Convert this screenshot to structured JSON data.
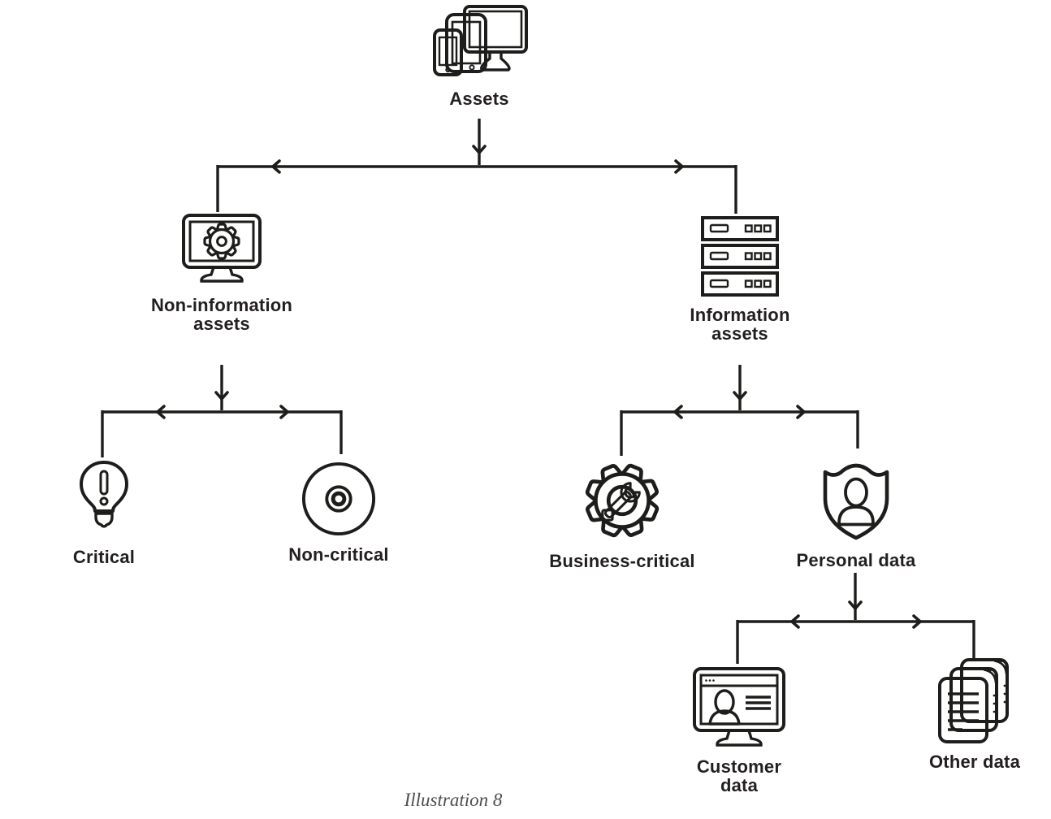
{
  "diagram": {
    "caption": "Illustration 8",
    "nodes": {
      "assets": {
        "label": "Assets",
        "icon": "devices-icon"
      },
      "non_information": {
        "label": "Non-information assets",
        "icon": "monitor-gear-icon"
      },
      "information": {
        "label": "Information assets",
        "icon": "server-stack-icon"
      },
      "critical": {
        "label": "Critical",
        "icon": "lightbulb-alert-icon"
      },
      "non_critical": {
        "label": "Non-critical",
        "icon": "disc-icon"
      },
      "business_critical": {
        "label": "Business-critical",
        "icon": "gear-wrench-icon"
      },
      "personal_data": {
        "label": "Personal data",
        "icon": "shield-person-icon"
      },
      "customer_data": {
        "label": "Customer data",
        "icon": "monitor-person-icon"
      },
      "other_data": {
        "label": "Other data",
        "icon": "documents-stack-icon"
      }
    },
    "edges": [
      {
        "from": "assets",
        "to": "non_information"
      },
      {
        "from": "assets",
        "to": "information"
      },
      {
        "from": "non_information",
        "to": "critical"
      },
      {
        "from": "non_information",
        "to": "non_critical"
      },
      {
        "from": "information",
        "to": "business_critical"
      },
      {
        "from": "information",
        "to": "personal_data"
      },
      {
        "from": "personal_data",
        "to": "customer_data"
      },
      {
        "from": "personal_data",
        "to": "other_data"
      }
    ],
    "colors": {
      "blue": "#4a87c1",
      "yellow": "#f2d24b",
      "ink": "#1d1d1b",
      "label": "#231f20",
      "caption": "#4f4e4e",
      "background": "#ffffff"
    }
  }
}
